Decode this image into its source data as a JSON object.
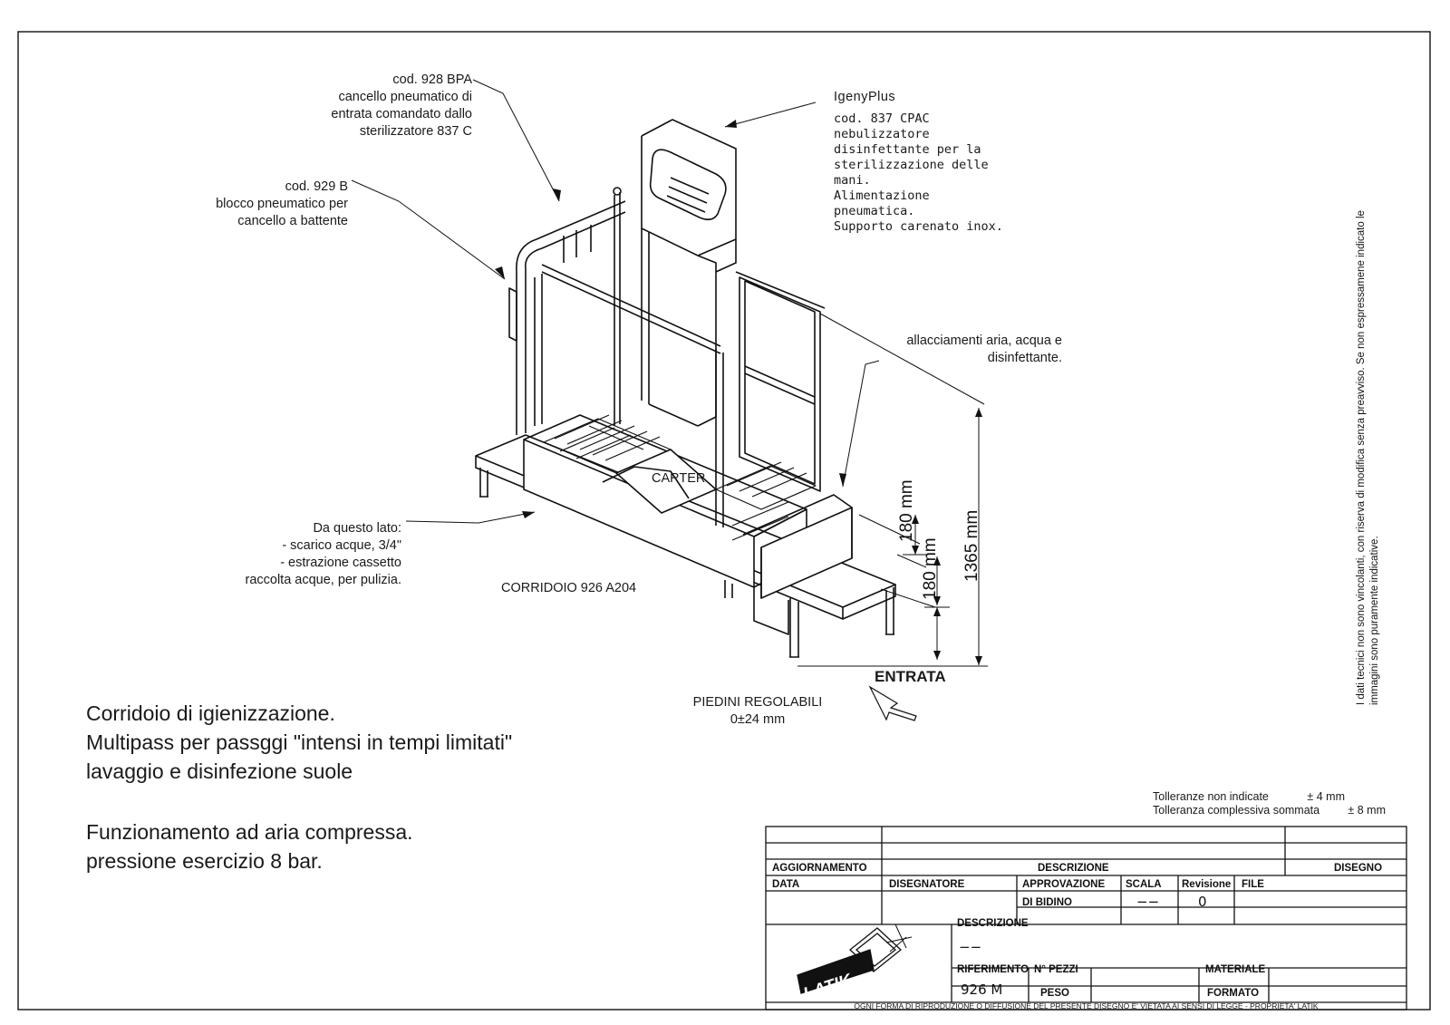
{
  "callouts": {
    "bpa": [
      "cod. 928 BPA",
      "cancello pneumatico di",
      "entrata comandato dallo",
      "sterilizzatore 837 C"
    ],
    "blocco": [
      "cod. 929 B",
      "blocco pneumatico per",
      "cancello a battente"
    ],
    "igeny_title": "IgenyPlus",
    "igeny": [
      "cod. 837 CPAC",
      "nebulizzatore",
      "disinfettante per la",
      "sterilizzazione delle",
      "mani.",
      "Alimentazione",
      "pneumatica.",
      "Supporto carenato inox."
    ],
    "allacciamenti": [
      "allacciamenti aria, acqua e",
      "disinfettante."
    ],
    "lato": [
      "Da questo lato:",
      "- scarico acque, 3/4\"",
      "- estrazione cassetto",
      "raccolta acque, per pulizia."
    ],
    "carter": "CARTER",
    "corridoio": "CORRIDOIO 926 A204",
    "piedini": [
      "PIEDINI REGOLABILI",
      "0±24 mm"
    ],
    "entrata": "ENTRATA"
  },
  "dimensions": {
    "d1": "180 mm",
    "d2": "180 mm",
    "d3": "1365 mm"
  },
  "description": {
    "lines1": [
      "Corridoio di igienizzazione.",
      "Multipass per passggi \"intensi in tempi limitati\"",
      "lavaggio e disinfezione suole"
    ],
    "lines2": [
      "Funzionamento ad aria compressa.",
      "pressione esercizio 8 bar."
    ]
  },
  "disclaimer": [
    "I dati tecnici non sono vincolanti, con riserva di modifica senza preavviso. Se non espressamene indicato le",
    "immagini sono puramente indicative."
  ],
  "tolerances": {
    "t1_label": "Tolleranze non indicate",
    "t1_value": "± 4 mm",
    "t2_label": "Tolleranza complessiva sommata",
    "t2_value": "± 8 mm"
  },
  "title_block": {
    "aggiornamento": "AGGIORNAMENTO",
    "descrizione_hdr": "DESCRIZIONE",
    "disegno": "DISEGNO",
    "data": "DATA",
    "disegnatore": "DISEGNATORE",
    "approvazione": "APPROVAZIONE",
    "approvazione_value": "DI BIDINO",
    "scala": "SCALA",
    "scala_value": "−−",
    "revisione": "Revisione",
    "revisione_value": "0",
    "file": "FILE",
    "descrizione": "DESCRIZIONE",
    "descrizione_value": "−−",
    "riferimento": "RIFERIMENTO",
    "riferimento_value": "926 M",
    "n_pezzi": "N° PEZZI",
    "peso": "PESO",
    "materiale": "MATERIALE",
    "formato": "FORMATO",
    "logo_text": "LATIK",
    "footer": "OGNI FORMA DI RIPRODUZIONE O DIFFUSIONE DEL PRESENTE DISEGNO E' VIETATA AI SENSI DI LEGGE - PROPRIETA' LATIK"
  }
}
